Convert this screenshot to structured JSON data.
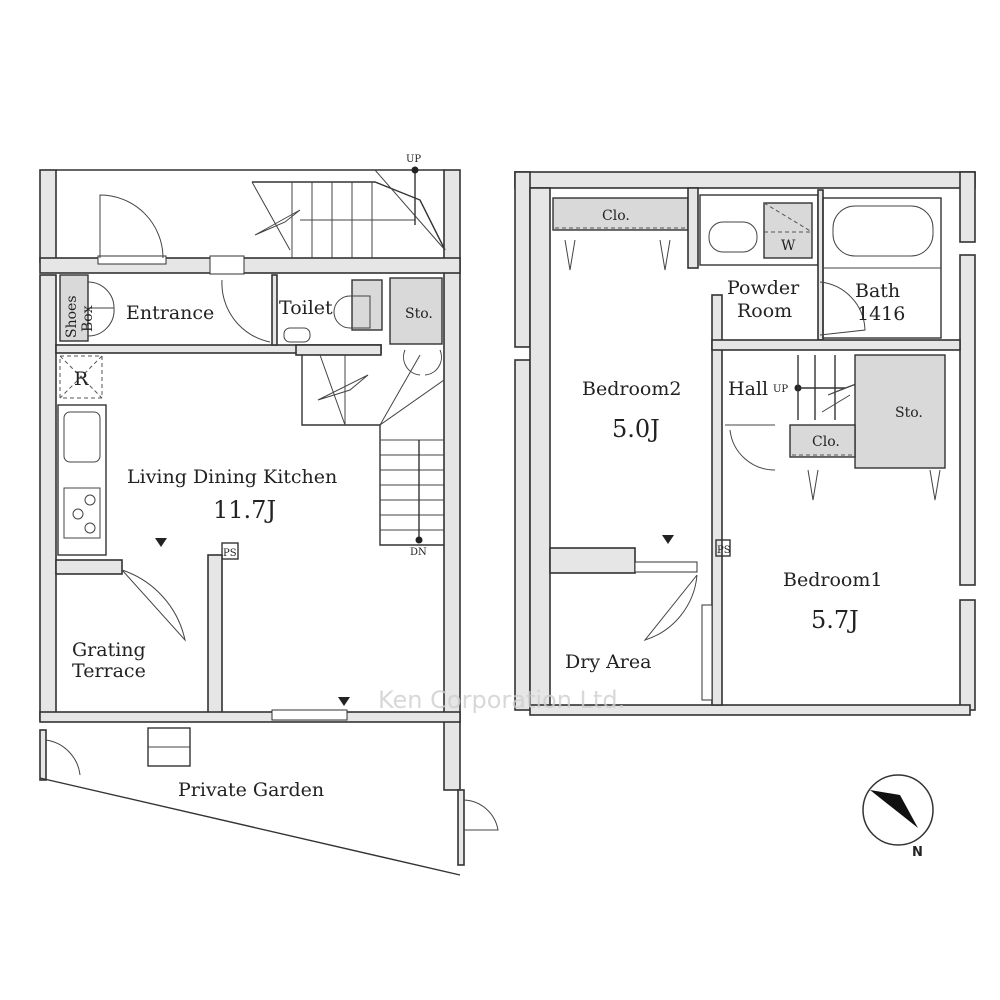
{
  "rooms": {
    "entrance": "Entrance",
    "shoes_box_1": "Shoes",
    "shoes_box_2": "Box",
    "toilet": "Toilet",
    "sto_lower": "Sto.",
    "refrigerator": "R",
    "ldk": "Living Dining Kitchen",
    "ldk_size": "11.7J",
    "grating_terrace_1": "Grating",
    "grating_terrace_2": "Terrace",
    "private_garden": "Private Garden",
    "closet_bed2": "Clo.",
    "washer": "W",
    "powder_room_1": "Powder",
    "powder_room_2": "Room",
    "bath": "Bath",
    "bath_size": "1416",
    "hall": "Hall",
    "sto_upper": "Sto.",
    "closet_bed1": "Clo.",
    "bedroom2": "Bedroom2",
    "bedroom2_size": "5.0J",
    "bedroom1": "Bedroom1",
    "bedroom1_size": "5.7J",
    "dry_area": "Dry Area"
  },
  "markers": {
    "up_top": "UP",
    "dn": "DN",
    "up_hall": "UP",
    "ps_left": "PS",
    "ps_right": "PS",
    "north": "N"
  },
  "watermark": "Ken Corporation Ltd."
}
